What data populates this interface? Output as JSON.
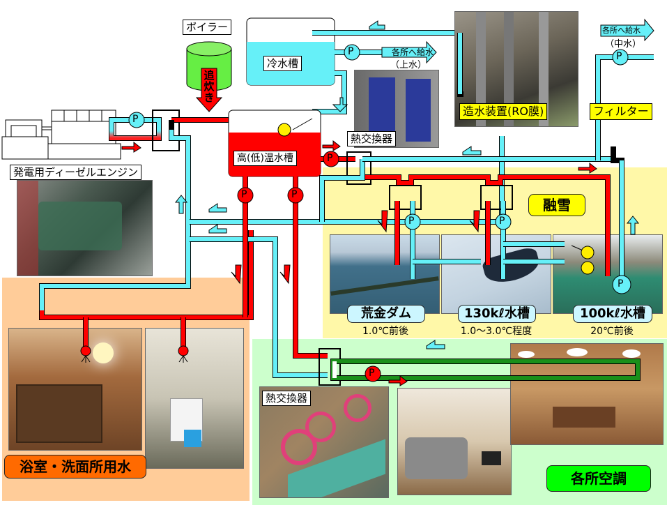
{
  "colors": {
    "hot": "#ff0000",
    "cold": "#66f0f8",
    "loop_green": "#1a8f1a",
    "snow_zone": "#fff8a8",
    "bath_zone": "#ffcc99",
    "aircon_zone": "#ccffcc",
    "label_yellow": "#ffff00",
    "bath_pill": "#ff6a00",
    "aircon_pill": "#00ff00",
    "tank_pill": "#ccf6ff",
    "snow_pill": "#ffff00"
  },
  "labels": {
    "boiler": "ボイラー",
    "reheat": [
      "追",
      "炊",
      "き"
    ],
    "cold_tank": "冷水槽",
    "hot_tank": "高(低)温水槽",
    "heat_exchanger_top": "熱交換器",
    "heat_exchanger_bottom": "熱交換器",
    "diesel_engine": "発電用ディーゼルエンジン",
    "ro_unit": "造水装置(RO膜)",
    "filter": "フィルター",
    "supply_upper_arrow": "各所へ給水",
    "supply_upper_note": "（上水）",
    "supply_middle_arrow": "各所へ給水",
    "supply_middle_note": "（中水）",
    "pump": "P",
    "snow_melting": "融雪",
    "bath": "浴室・洗面所用水",
    "aircon": "各所空調"
  },
  "tanks": [
    {
      "name": "荒金ダム",
      "temperature": "1.0℃前後"
    },
    {
      "name": "130kℓ水槽",
      "temperature": "1.0〜3.0℃程度"
    },
    {
      "name": "100kℓ水槽",
      "temperature": "20℃前後"
    }
  ],
  "photos": {
    "diesel_engine": "diesel-engine-photo",
    "plate_heat_exchanger": "plate-heat-exchanger-photo",
    "ro_unit": "ro-unit-photo",
    "dam": "dam-photo",
    "tank_130": "tank-130-photo",
    "tank_100": "tank-100-photo",
    "bathroom": "bathroom-photo",
    "washroom": "washroom-photo",
    "valves": "valves-photo",
    "bedroom": "bedroom-photo",
    "library": "library-photo"
  }
}
